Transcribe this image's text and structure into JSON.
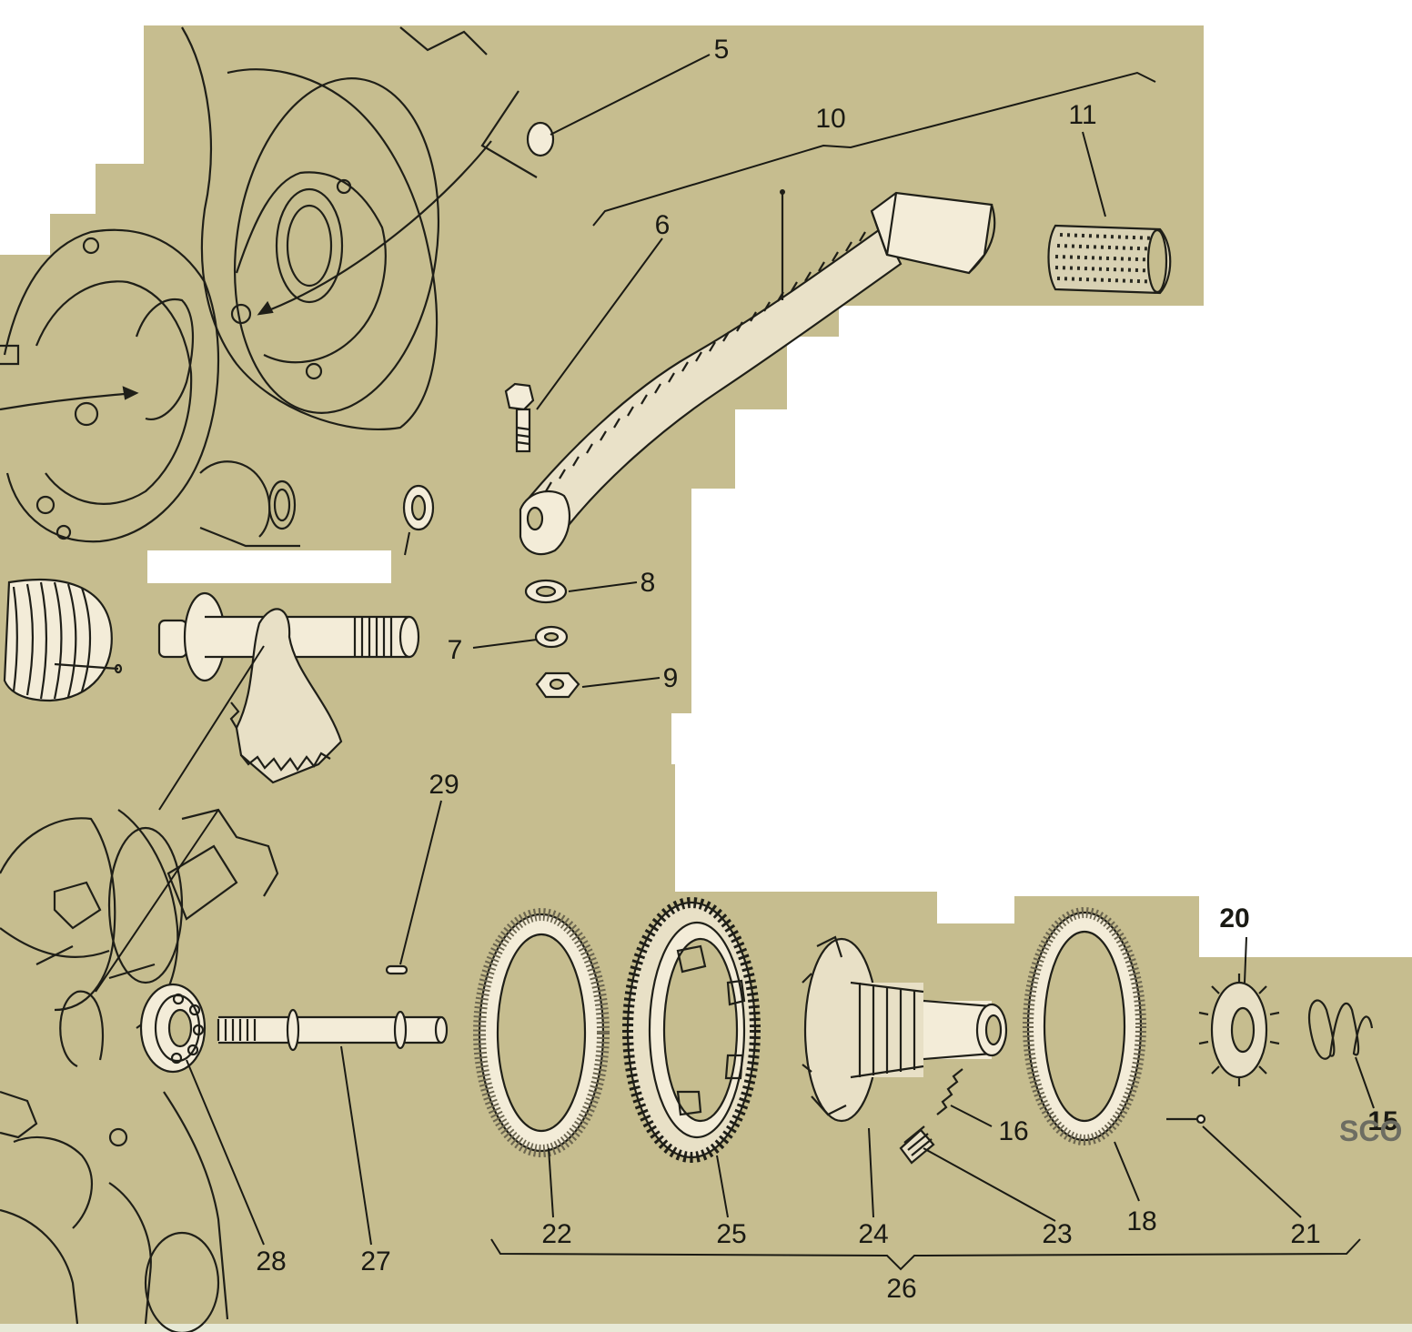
{
  "colors": {
    "background": "#c6bd8f",
    "paper": "#ffffff",
    "ink": "#1f1f18",
    "part_fill": "#f3ecd8",
    "bottom_band": "#e7e9d6"
  },
  "labels": {
    "p5": "5",
    "p6": "6",
    "p7": "7",
    "p8": "8",
    "p9": "9",
    "p10": "10",
    "p11": "11",
    "p15": "15",
    "p16": "16",
    "p18": "18",
    "p20": "20",
    "p21": "21",
    "p22": "22",
    "p23": "23",
    "p24": "24",
    "p25": "25",
    "p26": "26",
    "p27": "27",
    "p28": "28",
    "p29": "29"
  },
  "watermark": "SCO"
}
